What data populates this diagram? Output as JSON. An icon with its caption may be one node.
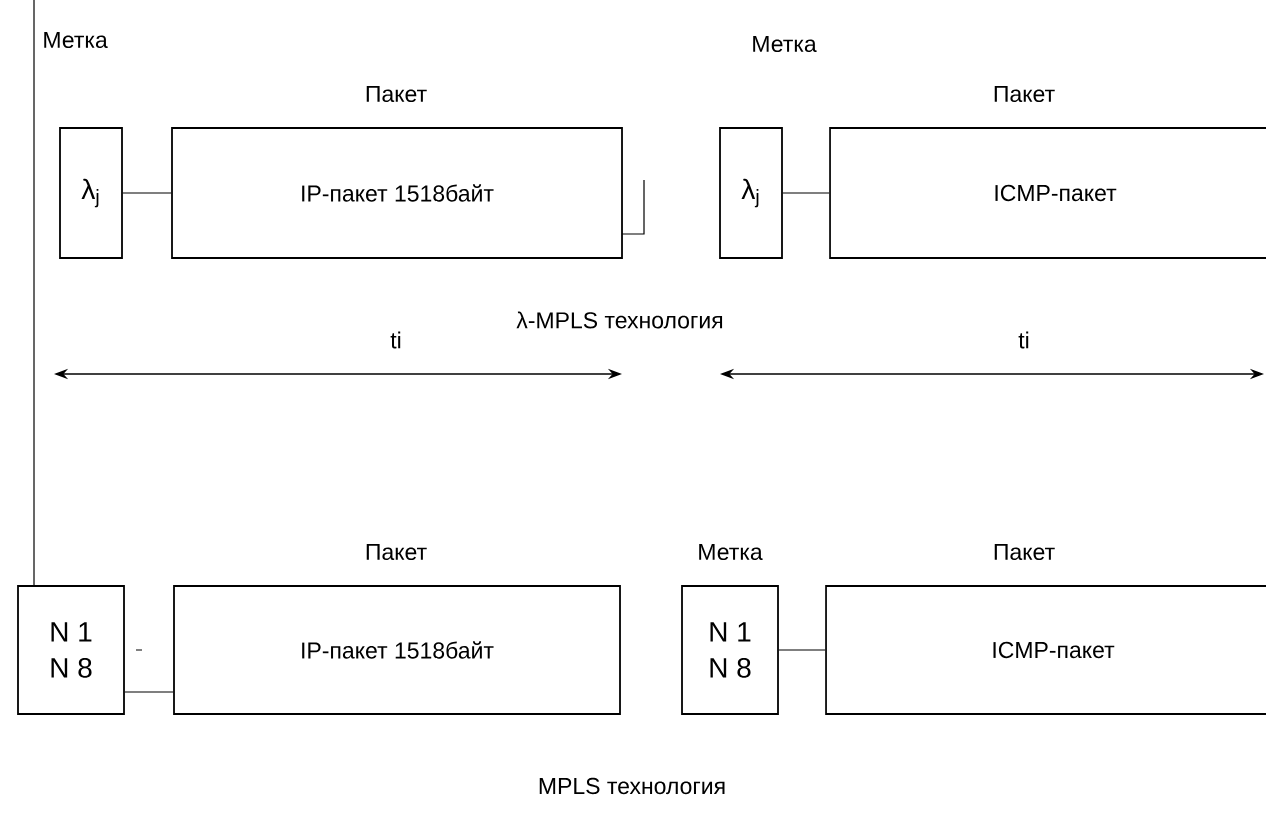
{
  "diagram": {
    "nodes": [
      {
        "text": [
          "Метка",
          "λ$_{j}$"
        ]
      },
      {
        "text": [
          "Пакет",
          "IP-пакет 1518байт"
        ]
      },
      {
        "text": [
          "Метка",
          "λ$_{j}$"
        ]
      },
      {
        "text": [
          "Пакет",
          "ICMP-пакет"
        ]
      },
      {
        "text": [
          "N 1 N 8"
        ]
      },
      {
        "text": [
          "Пакет",
          "IP-пакет 1518байт"
        ]
      },
      {
        "text": [
          "Метка",
          "N 1 N 8"
        ]
      },
      {
        "text": [
          "Пакет",
          "ICMP-пакет"
        ]
      }
    ],
    "edges": [
      {
        "from": 0,
        "to": 1,
        "arrow": "none"
      },
      {
        "from": 2,
        "to": 3,
        "arrow": "none"
      },
      {
        "from": null,
        "to": 4,
        "arrow": "none"
      },
      {
        "from": 4,
        "to": 5,
        "arrow": "none"
      },
      {
        "from": 6,
        "to": 7,
        "arrow": "none"
      }
    ],
    "labels": [
      "λ-MPLS технология",
      "ti",
      "ti",
      "MPLS технология"
    ]
  }
}
